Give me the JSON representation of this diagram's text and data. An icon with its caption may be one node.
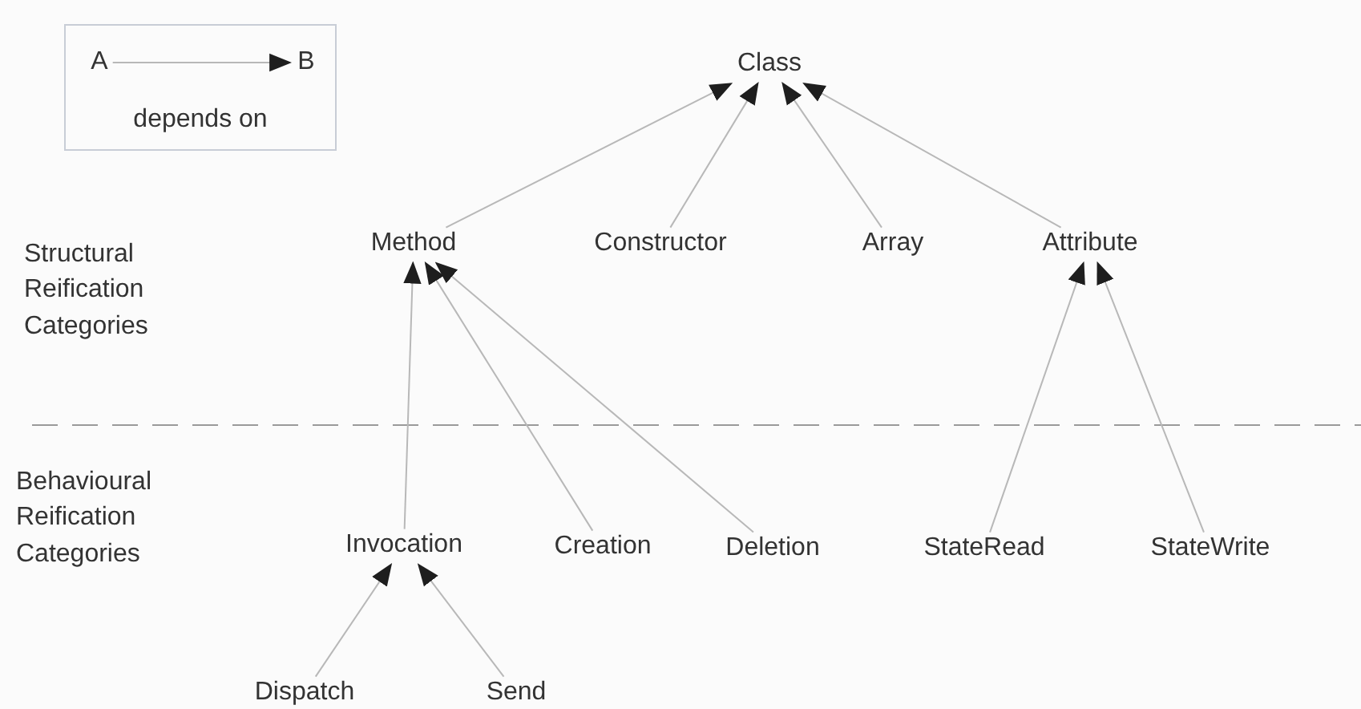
{
  "diagram": {
    "nodes": [
      {
        "text": [
          "depends on"
        ]
      },
      {
        "text": [
          "A"
        ],
        "in": 0
      },
      {
        "text": [
          "B"
        ],
        "in": 0
      },
      {
        "text": [
          "Class"
        ]
      },
      {
        "text": [
          "Method"
        ]
      },
      {
        "text": [
          "Constructor"
        ]
      },
      {
        "text": [
          "Array"
        ]
      },
      {
        "text": [
          "Attribute"
        ]
      },
      {
        "text": [
          "Invocation"
        ]
      },
      {
        "text": [
          "Creation"
        ]
      },
      {
        "text": [
          "Deletion"
        ]
      },
      {
        "text": [
          "StateRead"
        ]
      },
      {
        "text": [
          "StateWrite"
        ]
      },
      {
        "text": [
          "Dispatch"
        ]
      },
      {
        "text": [
          "Send"
        ]
      }
    ],
    "edges": [
      {
        "from": 1,
        "to": 2,
        "arrow": "to"
      },
      {
        "from": 4,
        "to": 3,
        "arrow": "to"
      },
      {
        "from": 5,
        "to": 3,
        "arrow": "to"
      },
      {
        "from": 6,
        "to": 3,
        "arrow": "to"
      },
      {
        "from": 7,
        "to": 3,
        "arrow": "to"
      },
      {
        "from": 8,
        "to": 4,
        "arrow": "to"
      },
      {
        "from": 9,
        "to": 4,
        "arrow": "to"
      },
      {
        "from": 10,
        "to": 4,
        "arrow": "to"
      },
      {
        "from": 11,
        "to": 7,
        "arrow": "to"
      },
      {
        "from": 12,
        "to": 7,
        "arrow": "to"
      },
      {
        "from": 13,
        "to": 8,
        "arrow": "to"
      },
      {
        "from": 14,
        "to": 8,
        "arrow": "to"
      }
    ],
    "labels": [
      "Structural Reification Categories",
      "Behavioural Reification Categories"
    ]
  }
}
